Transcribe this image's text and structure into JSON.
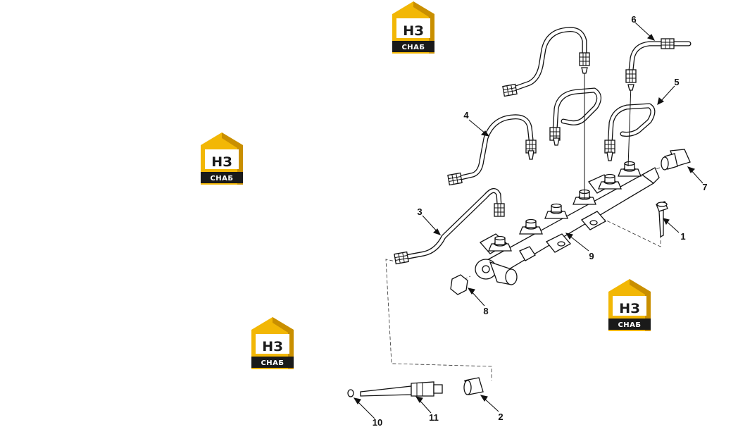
{
  "watermark": {
    "top_text": "НЗ",
    "bottom_text": "СНАБ",
    "accent": "#f2b705",
    "dark": "#1a1a1a"
  },
  "callouts": {
    "c1": "1",
    "c2": "2",
    "c3": "3",
    "c4": "4",
    "c5": "5",
    "c6": "6",
    "c7": "7",
    "c8": "8",
    "c9": "9",
    "c10": "10",
    "c11": "11"
  }
}
